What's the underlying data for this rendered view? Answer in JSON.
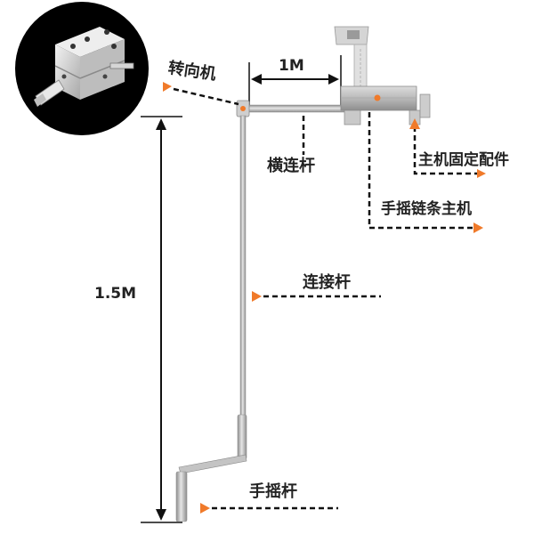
{
  "dimensions": {
    "horizontal": "1M",
    "vertical": "1.5M"
  },
  "labels": {
    "steering_unit": "转向机",
    "horizontal_rod": "横连杆",
    "host_bracket": "主机固定配件",
    "chain_host": "手摇链条主机",
    "connecting_rod": "连接杆",
    "hand_crank": "手摇杆"
  },
  "colors": {
    "pointer": "#f07a2a",
    "rod": "#c9c9c9",
    "rod_edge": "#9a9a9a",
    "leader_line": "#111111",
    "text": "#222222",
    "inset_background": "#000000"
  },
  "icons": {
    "inset_photo": "steering-gear-box-photo",
    "pointer": "orange-triangle-pointer"
  }
}
